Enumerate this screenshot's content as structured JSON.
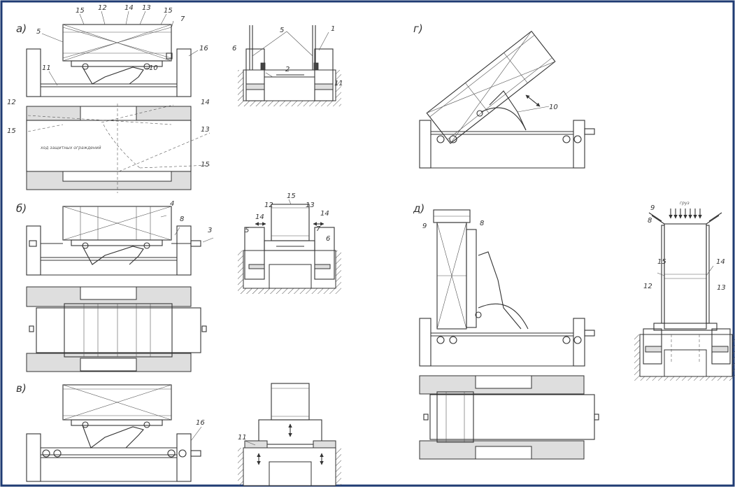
{
  "view_labels": {
    "a": "а)",
    "b": "б)",
    "v": "в)",
    "g": "г)",
    "d": "д)"
  },
  "callouts": {
    "n1": "1",
    "n2": "2",
    "n3": "3",
    "n4": "4",
    "n5": "5",
    "n6": "6",
    "n7": "7",
    "n8": "8",
    "n9": "9",
    "n10": "10",
    "n11": "11",
    "n12": "12",
    "n13": "13",
    "n14": "14",
    "n15": "15",
    "n16": "16",
    "n10_dash": "–10"
  },
  "annotations": {
    "shield_travel": "ход защитных ограждений",
    "load": "груз"
  },
  "colors": {
    "frame_border": "#1f3b73",
    "line": "#333333",
    "fill_gray": "#dedede"
  }
}
